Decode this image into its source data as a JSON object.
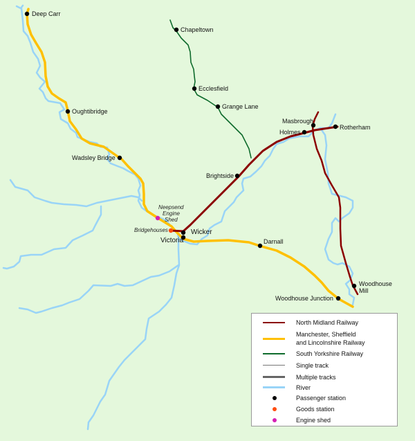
{
  "colors": {
    "background": "#e4f8dc",
    "north_midland": "#8b0000",
    "mslr": "#ffc000",
    "south_yorkshire": "#0e6b2c",
    "single_track": "#777777",
    "multiple_tracks": "#666666",
    "river": "#99d4f7",
    "passenger_station": "#000000",
    "goods_station": "#ff4d10",
    "engine_shed": "#d61fb4"
  },
  "stations": [
    {
      "name": "Deep Carr",
      "type": "passenger"
    },
    {
      "name": "Oughtibridge",
      "type": "passenger"
    },
    {
      "name": "Wadsley Bridge",
      "type": "passenger"
    },
    {
      "name": "Chapeltown",
      "type": "passenger"
    },
    {
      "name": "Ecclesfield",
      "type": "passenger"
    },
    {
      "name": "Grange Lane",
      "type": "passenger"
    },
    {
      "name": "Masbrough",
      "type": "passenger"
    },
    {
      "name": "Holmes",
      "type": "passenger"
    },
    {
      "name": "Rotherham",
      "type": "passenger"
    },
    {
      "name": "Brightside",
      "type": "passenger"
    },
    {
      "name": "Wicker",
      "type": "passenger"
    },
    {
      "name": "Victoria",
      "type": "passenger"
    },
    {
      "name": "Darnall",
      "type": "passenger"
    },
    {
      "name": "Woodhouse Mill",
      "type": "passenger"
    },
    {
      "name": "Woodhouse Junction",
      "type": "passenger"
    },
    {
      "name": "Bridgehouses",
      "type": "goods"
    },
    {
      "name": "Neepsend Engine Shed",
      "type": "engine_shed"
    }
  ],
  "labels": {
    "deep_carr": "Deep Carr",
    "oughtibridge": "Oughtibridge",
    "wadsley_bridge": "Wadsley Bridge",
    "chapeltown": "Chapeltown",
    "ecclesfield": "Ecclesfield",
    "grange_lane": "Grange Lane",
    "masbrough": "Masbrough",
    "holmes": "Holmes",
    "rotherham": "Rotherham",
    "brightside": "Brightside",
    "wicker": "Wicker",
    "victoria": "Victoria",
    "darnall": "Darnall",
    "woodhouse_mill_1": "Woodhouse",
    "woodhouse_mill_2": "Mill",
    "woodhouse_junction": "Woodhouse Junction",
    "bridgehouses": "Bridgehouses",
    "neepsend_1": "Neepsend",
    "neepsend_2": "Engine",
    "neepsend_3": "Shed"
  },
  "legend": {
    "items": [
      {
        "label": "North Midland Railway"
      },
      {
        "label": "Manchester, Sheffield",
        "label2": "and Lincolnshire Railway"
      },
      {
        "label": "South Yorkshire Railway"
      },
      {
        "label": "Single track"
      },
      {
        "label": "Multiple tracks"
      },
      {
        "label": "River"
      },
      {
        "label": "Passenger station"
      },
      {
        "label": "Goods station"
      },
      {
        "label": "Engine shed"
      }
    ]
  }
}
